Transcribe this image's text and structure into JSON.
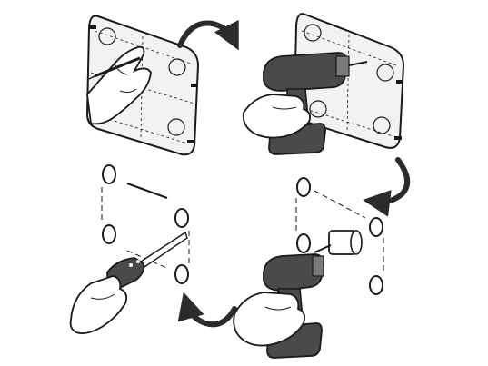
{
  "figure": {
    "kind": "instructional-diagram",
    "steps": [
      {
        "name": "mark-template",
        "icons": [
          "template-sheet-icon",
          "pencil-icon",
          "gloved-hand-icon"
        ]
      },
      {
        "name": "drill-corners",
        "icons": [
          "template-sheet-icon",
          "cordless-drill-icon",
          "gloved-hand-icon"
        ]
      },
      {
        "name": "cut-holes-hole-saw",
        "icons": [
          "hole-saw-icon",
          "cordless-drill-icon",
          "gloved-hand-icon"
        ]
      },
      {
        "name": "saw-cut-lines",
        "icons": [
          "jab-saw-icon",
          "gloved-hand-icon"
        ]
      }
    ],
    "colors": {
      "line": "#1a1a1a",
      "tool_dark": "#4a4a4a",
      "tool_mid": "#7a7a7a",
      "sheet": "#f2f2f2",
      "glove": "#e8e8e8",
      "arrow": "#2b2b2b"
    }
  }
}
